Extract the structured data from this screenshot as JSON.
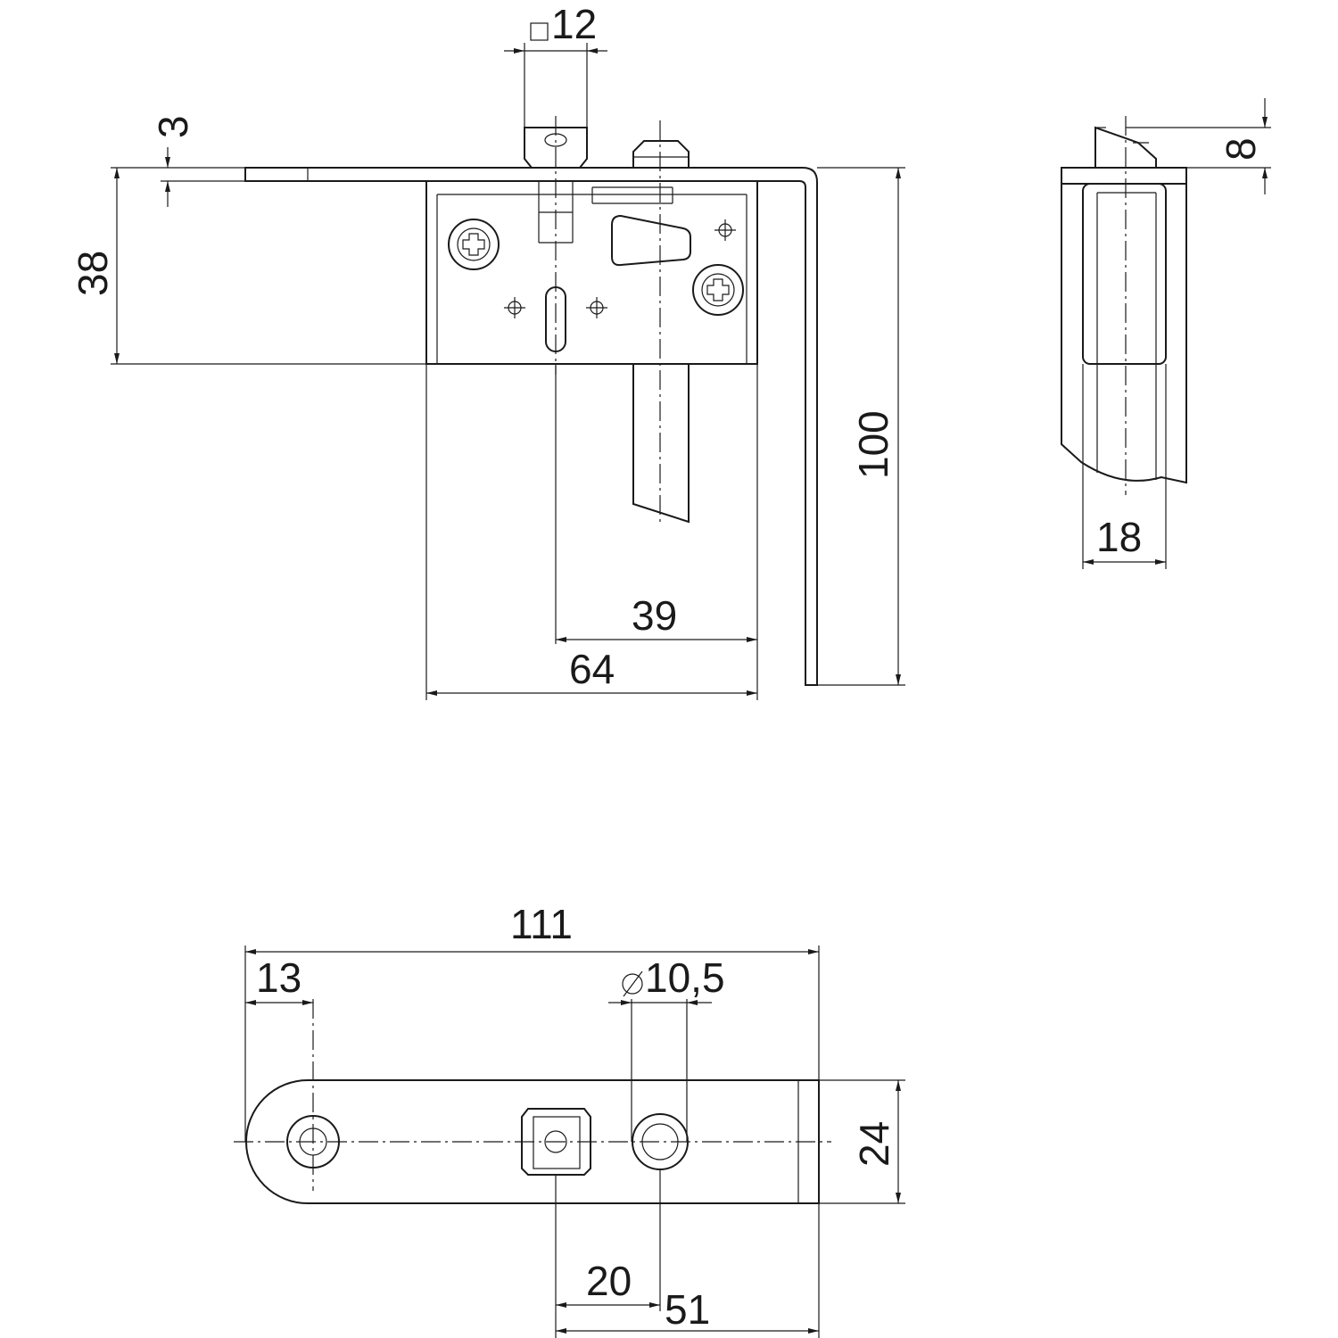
{
  "dimensions": {
    "top_view": {
      "square_12": "12",
      "thickness_3": "3",
      "height_38": "38",
      "height_100": "100",
      "width_39": "39",
      "width_64": "64"
    },
    "side_view": {
      "height_8": "8",
      "width_18": "18"
    },
    "plate_view": {
      "length_111": "111",
      "offset_13": "13",
      "diameter_10_5": "10,5",
      "width_24": "24",
      "spacing_20": "20",
      "spacing_51": "51"
    }
  }
}
